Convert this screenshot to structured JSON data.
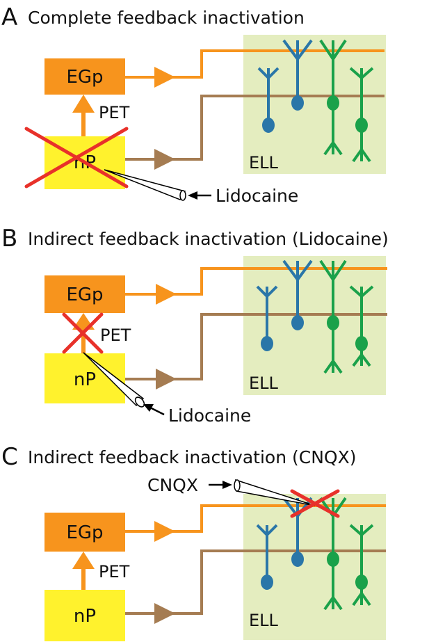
{
  "colors": {
    "egp_box": "#f7941d",
    "np_box": "#fff22d",
    "ell_region": "#e4edbf",
    "parallel_fiber": "#f7941d",
    "stellate_fiber": "#a57c52",
    "neuron_blue": "#2a76a8",
    "neuron_green": "#1aa14a",
    "cross": "#e8312a"
  },
  "panels": [
    {
      "letter": "A",
      "title": "Complete feedback inactivation",
      "egp_label": "EGp",
      "np_label": "nP",
      "pet_label": "PET",
      "ell_label": "ELL",
      "drug_label": "Lidocaine",
      "inactivated_site": "nP"
    },
    {
      "letter": "B",
      "title": "Indirect feedback inactivation (Lidocaine)",
      "egp_label": "EGp",
      "np_label": "nP",
      "pet_label": "PET",
      "ell_label": "ELL",
      "drug_label": "Lidocaine",
      "inactivated_site": "PET"
    },
    {
      "letter": "C",
      "title": "Indirect feedback inactivation (CNQX)",
      "egp_label": "EGp",
      "np_label": "nP",
      "pet_label": "PET",
      "ell_label": "ELL",
      "drug_label": "CNQX",
      "inactivated_site": "parallel fibers in ELL"
    }
  ]
}
